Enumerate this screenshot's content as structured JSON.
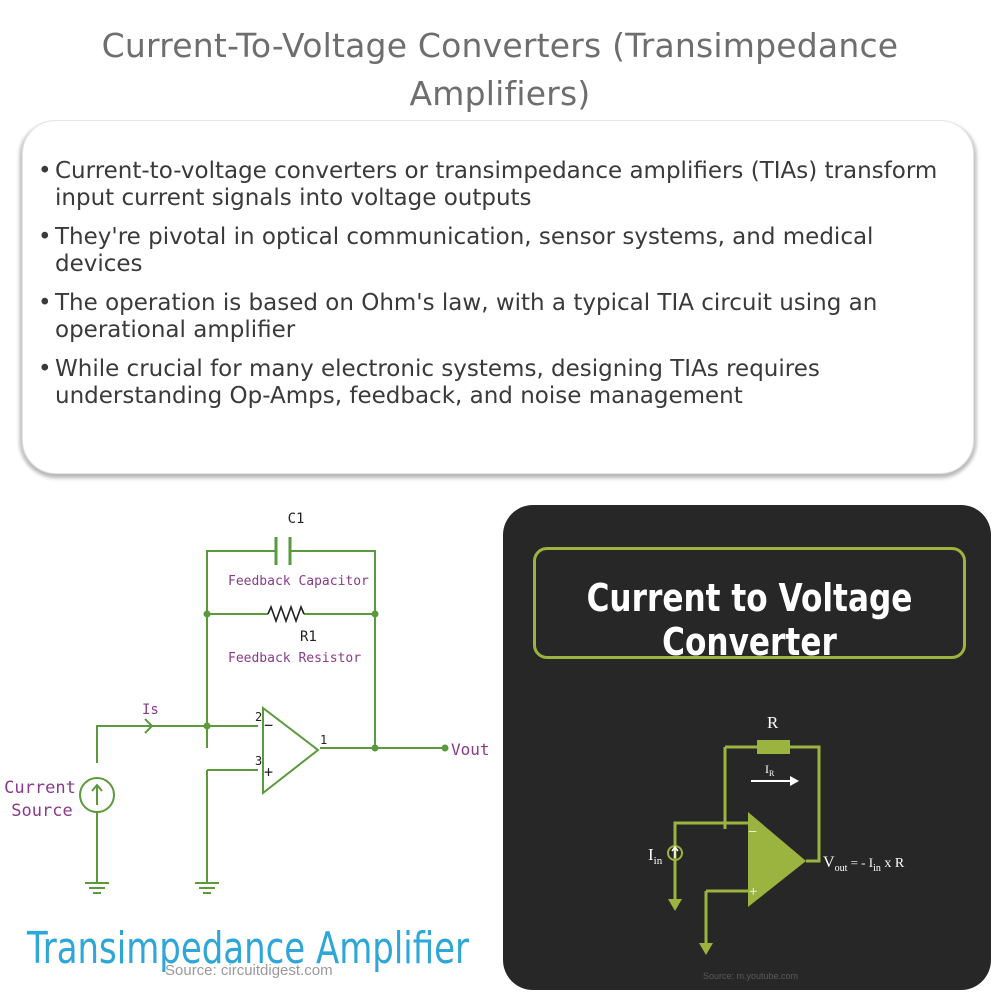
{
  "header": {
    "title": "Current-To-Voltage Converters (Transimpedance Amplifiers)"
  },
  "bullets": [
    {
      "symbol": "•",
      "text": "Current-to-voltage converters or transimpedance amplifiers (TIAs) transform input current signals into voltage outputs"
    },
    {
      "symbol": "•",
      "text": "They're pivotal in optical communication, sensor systems, and medical devices"
    },
    {
      "symbol": "•",
      "text": "The operation is based on Ohm's law, with a typical TIA circuit using an operational amplifier"
    },
    {
      "symbol": "•",
      "text": "While crucial for many electronic systems, designing TIAs requires understanding Op-Amps, feedback, and noise management"
    }
  ],
  "left_diagram": {
    "c1_label": "C1",
    "feedback_capacitor": "Feedback Capacitor",
    "r1_label": "R1",
    "feedback_resistor": "Feedback Resistor",
    "is_label": "Is",
    "pin2": "2",
    "pin3": "3",
    "pin1": "1",
    "minus": "−",
    "plus": "+",
    "vout": "Vout",
    "current_line1": "Current",
    "current_line2": "Source",
    "caption": "Transimpedance Amplifier",
    "source": "Source: circuitdigest.com"
  },
  "right_panel": {
    "title": "Current to Voltage Converter",
    "r_label": "R",
    "ir_label": "I",
    "ir_sub": "R",
    "iin_label": "I",
    "iin_sub": "in",
    "minus": "−",
    "plus": "+",
    "vout_label": "V",
    "vout_sub": "out",
    "formula_eq": " = - I",
    "formula_sub": "in",
    "formula_tail": " x R",
    "source": "Source: m.youtube.com"
  },
  "colors": {
    "circuit_green": "#5a9a3c",
    "pin_text": "#222222",
    "label_purple": "#8a3a8a",
    "caption_blue": "#2fa6d8",
    "panel_green": "#9bb33f",
    "panel_bg": "#272727"
  }
}
